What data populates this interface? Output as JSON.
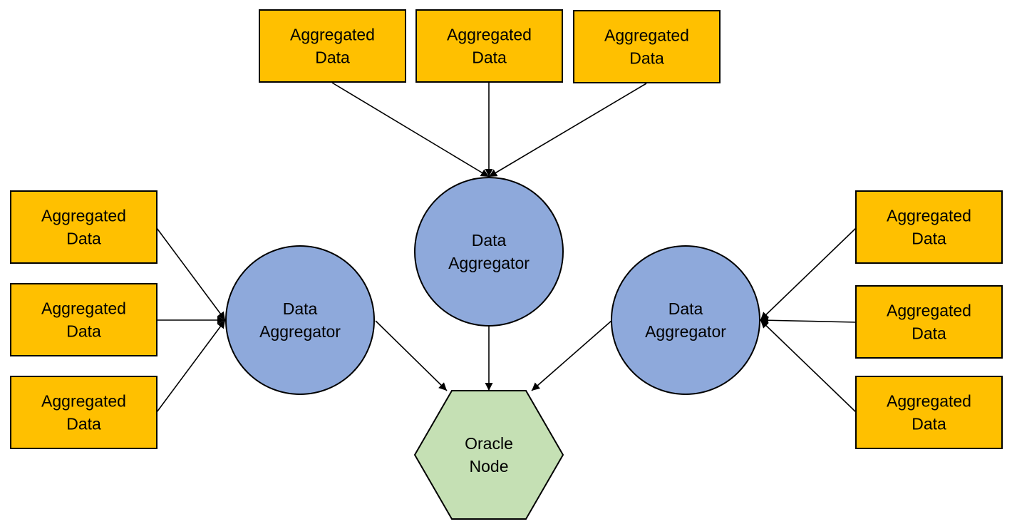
{
  "colors": {
    "data_box_fill": "#FFC000",
    "aggregator_fill": "#8EA9DB",
    "oracle_fill": "#C5E0B4",
    "stroke": "#000000"
  },
  "nodes": {
    "top_data_1": {
      "kind": "data",
      "line1": "Aggregated",
      "line2": "Data"
    },
    "top_data_2": {
      "kind": "data",
      "line1": "Aggregated",
      "line2": "Data"
    },
    "top_data_3": {
      "kind": "data",
      "line1": "Aggregated",
      "line2": "Data"
    },
    "left_data_1": {
      "kind": "data",
      "line1": "Aggregated",
      "line2": "Data"
    },
    "left_data_2": {
      "kind": "data",
      "line1": "Aggregated",
      "line2": "Data"
    },
    "left_data_3": {
      "kind": "data",
      "line1": "Aggregated",
      "line2": "Data"
    },
    "right_data_1": {
      "kind": "data",
      "line1": "Aggregated",
      "line2": "Data"
    },
    "right_data_2": {
      "kind": "data",
      "line1": "Aggregated",
      "line2": "Data"
    },
    "right_data_3": {
      "kind": "data",
      "line1": "Aggregated",
      "line2": "Data"
    },
    "aggregator_center": {
      "kind": "aggregator",
      "line1": "Data",
      "line2": "Aggregator"
    },
    "aggregator_left": {
      "kind": "aggregator",
      "line1": "Data",
      "line2": "Aggregator"
    },
    "aggregator_right": {
      "kind": "aggregator",
      "line1": "Data",
      "line2": "Aggregator"
    },
    "oracle": {
      "kind": "oracle",
      "line1": "Oracle",
      "line2": "Node"
    }
  },
  "edges": [
    {
      "from": "top_data_1",
      "to": "aggregator_center"
    },
    {
      "from": "top_data_2",
      "to": "aggregator_center"
    },
    {
      "from": "top_data_3",
      "to": "aggregator_center"
    },
    {
      "from": "left_data_1",
      "to": "aggregator_left"
    },
    {
      "from": "left_data_2",
      "to": "aggregator_left"
    },
    {
      "from": "left_data_3",
      "to": "aggregator_left"
    },
    {
      "from": "right_data_1",
      "to": "aggregator_right"
    },
    {
      "from": "right_data_2",
      "to": "aggregator_right"
    },
    {
      "from": "right_data_3",
      "to": "aggregator_right"
    },
    {
      "from": "aggregator_left",
      "to": "oracle"
    },
    {
      "from": "aggregator_center",
      "to": "oracle"
    },
    {
      "from": "aggregator_right",
      "to": "oracle"
    }
  ]
}
